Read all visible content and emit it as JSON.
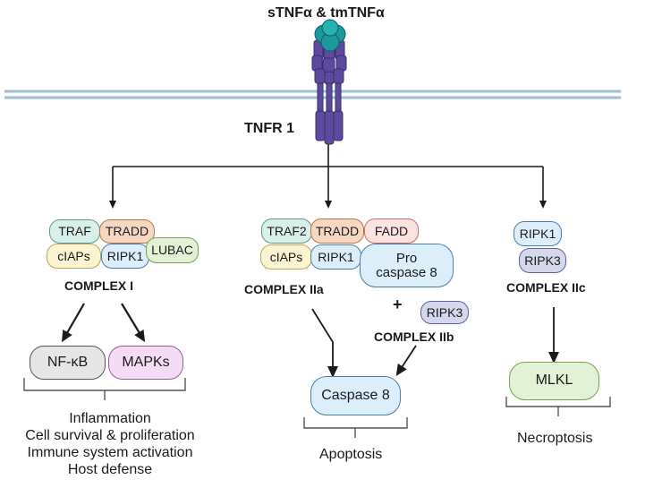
{
  "ligand_title": "sTNFα & tmTNFα",
  "receptor_label": "TNFR 1",
  "complex1": {
    "title": "COMPLEX I",
    "proteins": {
      "traf": "TRAF",
      "tradd": "TRADD",
      "ciaps": "cIAPs",
      "ripk1": "RIPK1",
      "lubac": "LUBAC"
    },
    "outputs": {
      "nfkb": "NF-κB",
      "mapks": "MAPKs"
    },
    "outcomes": [
      "Inflammation",
      "Cell survival & proliferation",
      "Immune system activation",
      "Host defense"
    ]
  },
  "complex2a": {
    "title": "COMPLEX IIa",
    "proteins": {
      "traf2": "TRAF2",
      "tradd": "TRADD",
      "fadd": "FADD",
      "ciaps": "cIAPs",
      "ripk1": "RIPK1",
      "procaspase_line1": "Pro",
      "procaspase_line2": "caspase 8"
    }
  },
  "complex2b": {
    "title": "COMPLEX IIb",
    "plus": "+",
    "protein": "RIPK3"
  },
  "apoptosis": {
    "caspase": "Caspase 8",
    "outcome": "Apoptosis"
  },
  "complex2c": {
    "title": "COMPLEX IIc",
    "proteins": {
      "ripk1": "RIPK1",
      "ripk3": "RIPK3"
    },
    "output": "MLKL",
    "outcome": "Necroptosis"
  },
  "colors": {
    "teal_fill": "#d9efe9",
    "teal_border": "#5e9a8c",
    "orange_fill": "#f6d8c2",
    "orange_border": "#b5784c",
    "yellow_fill": "#fbf4d3",
    "yellow_border": "#b8a955",
    "blue_fill": "#dceefa",
    "blue_border": "#4d7fa6",
    "green_fill": "#e3f2d6",
    "green_border": "#76a351",
    "pink_fill": "#fde2e2",
    "pink_border": "#c56f6f",
    "lavender_fill": "#d5d7ea",
    "lavender_border": "#5f629b",
    "gray_fill": "#e6e6e6",
    "gray_border": "#555555",
    "purple_fill": "#f4dcf5",
    "purple_border": "#9b5aa0",
    "receptor": "#5b4a9e",
    "ligand": "#1a9a9c"
  }
}
